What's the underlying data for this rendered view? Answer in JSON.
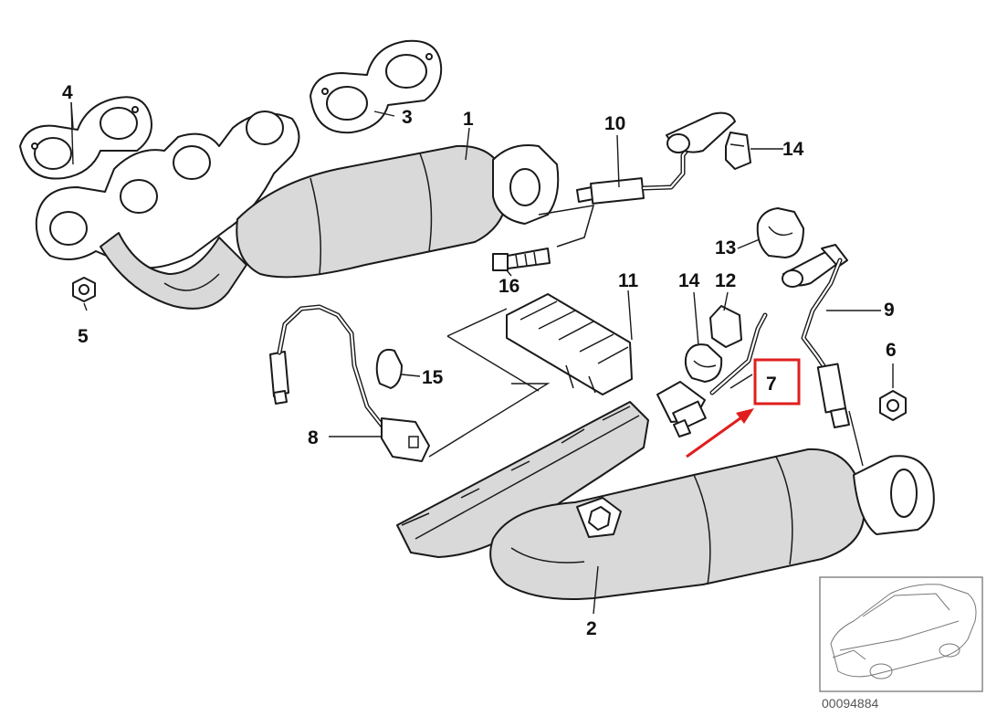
{
  "diagram": {
    "part_labels": [
      "1",
      "2",
      "3",
      "4",
      "5",
      "6",
      "7",
      "8",
      "9",
      "10",
      "11",
      "12",
      "13",
      "14",
      "14",
      "15",
      "16"
    ],
    "highlighted_label": "7",
    "document_number": "00094884"
  },
  "colors": {
    "highlight": "#e01e1e",
    "line": "#1a1a1a",
    "shade": "#d9d9d9"
  }
}
